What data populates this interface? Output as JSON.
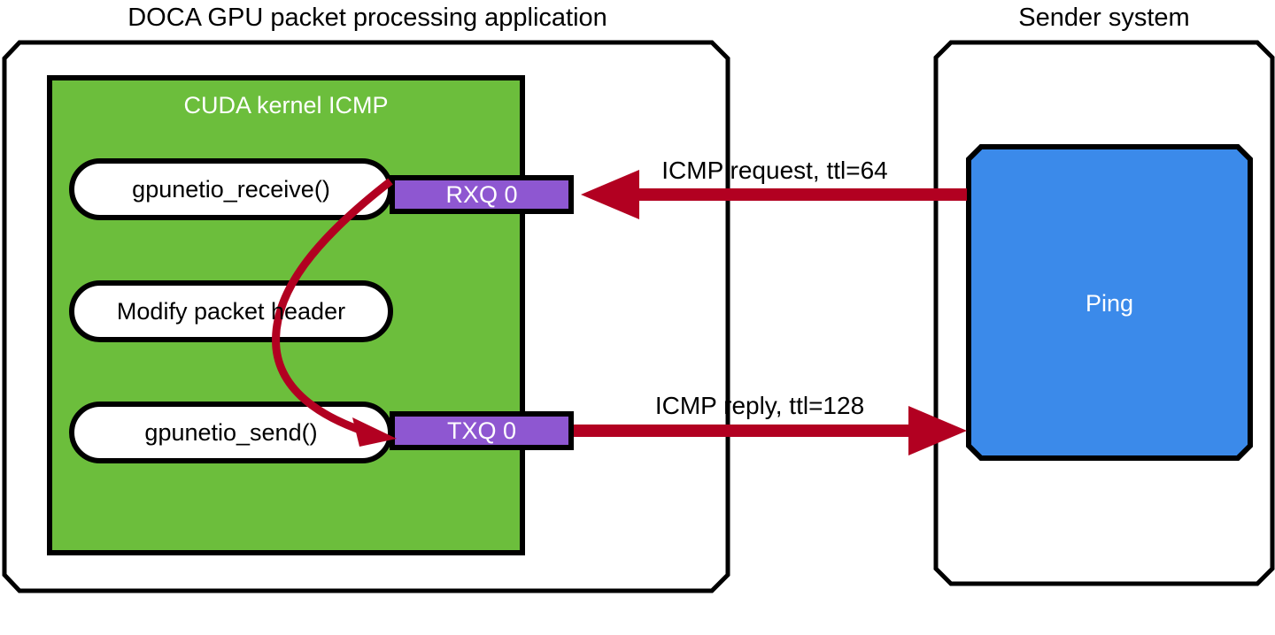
{
  "diagram": {
    "title_left": "DOCA GPU packet processing application",
    "title_right": "Sender system",
    "kernel_box": {
      "title": "CUDA kernel ICMP",
      "fill": "#6cbe3c",
      "steps": [
        {
          "label": "gpunetio_receive()"
        },
        {
          "label": "Modify packet header"
        },
        {
          "label": "gpunetio_send()"
        }
      ]
    },
    "queues": [
      {
        "label": "RXQ 0",
        "fill": "#8e57d1"
      },
      {
        "label": "TXQ 0",
        "fill": "#8e57d1"
      }
    ],
    "sender": {
      "app_label": "Ping",
      "fill": "#3b8aea"
    },
    "flows": [
      {
        "label": "ICMP request, ttl=64",
        "direction": "right-to-left",
        "color": "#b20021"
      },
      {
        "label": "ICMP reply, ttl=128",
        "direction": "left-to-right",
        "color": "#b20021"
      }
    ],
    "internal_flow": {
      "label": "",
      "color": "#b20021",
      "from": "RXQ 0",
      "to": "TXQ 0"
    },
    "colors": {
      "outline": "#000000",
      "background": "#ffffff",
      "green": "#6cbe3c",
      "purple": "#8e57d1",
      "blue": "#3b8aea",
      "red": "#b20021"
    }
  }
}
